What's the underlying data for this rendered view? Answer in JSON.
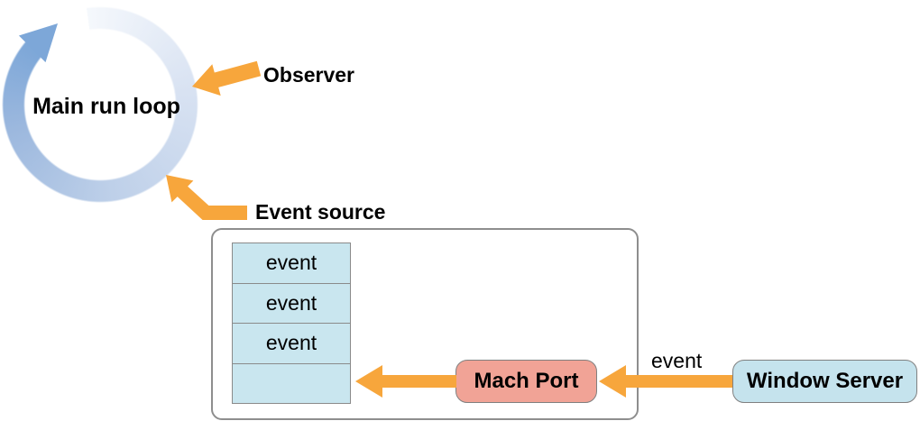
{
  "colors": {
    "orange": "#F7A63C",
    "ring_dark": "#7DA7D8",
    "ring_light": "#F5F8FC",
    "queue_fill": "#C9E6EF",
    "mach_port_fill": "#F1A396",
    "window_server_fill": "#C5E3ED",
    "border_gray": "#8E8E8E"
  },
  "run_loop": {
    "label": "Main run loop"
  },
  "annotations": {
    "observer": "Observer",
    "event_source": "Event source"
  },
  "queue": {
    "cells": [
      "event",
      "event",
      "event",
      ""
    ]
  },
  "arrows": {
    "to_queue_label": "event",
    "to_mach_port_label": "event"
  },
  "mach_port": {
    "label": "Mach Port"
  },
  "window_server": {
    "label": "Window Server"
  }
}
